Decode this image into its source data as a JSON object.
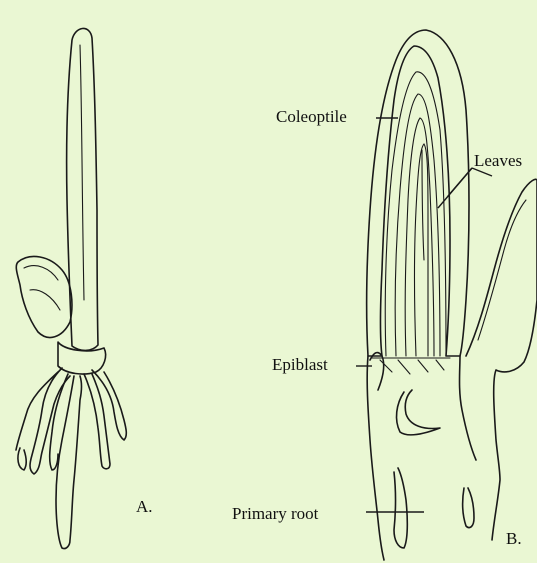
{
  "figure_a": {
    "panel_label": "A."
  },
  "figure_b": {
    "panel_label": "B.",
    "labels": {
      "coleoptile": "Coleoptile",
      "leaves": "Leaves",
      "epiblast": "Epiblast",
      "primary_root": "Primary root"
    }
  },
  "colors": {
    "background": "#eaf7d3",
    "ink": "#1a1a1a"
  }
}
